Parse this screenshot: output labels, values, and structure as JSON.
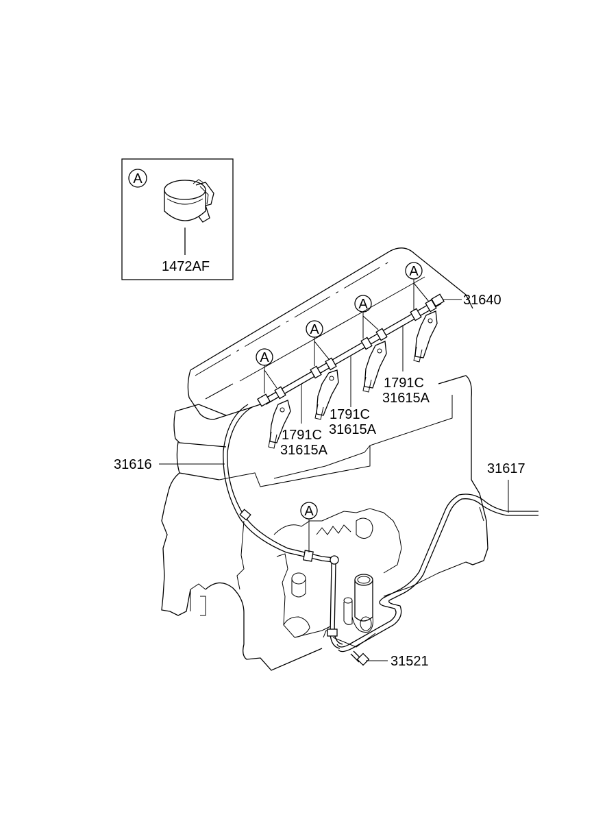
{
  "inset": {
    "callout": "A",
    "part_label": "1472AF"
  },
  "callouts": [
    "A",
    "A",
    "A",
    "A",
    "A"
  ],
  "labels": {
    "p31640": "31640",
    "p1791c_1": "1791C",
    "p31615a_1": "31615A",
    "p1791c_2": "1791C",
    "p31615a_2": "31615A",
    "p1791c_3": "1791C",
    "p31615a_3": "31615A",
    "p31616": "31616",
    "p31617": "31617",
    "p31521": "31521"
  }
}
